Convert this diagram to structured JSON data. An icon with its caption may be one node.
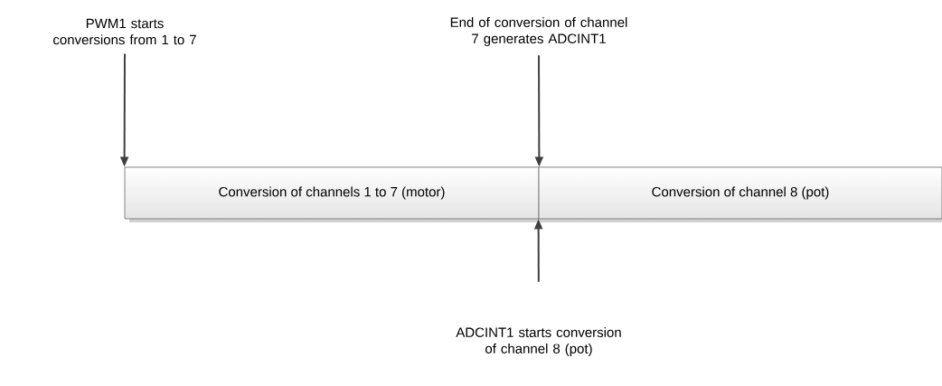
{
  "diagram": {
    "nodes": [
      {
        "text": [
          "PWM1 starts conversions from 1 to 7"
        ]
      },
      {
        "text": [
          "End of conversion of channel 7 generates ADCINT1"
        ]
      },
      {
        "text": [
          "ADCINT1 starts conversion of channel 8 (pot)"
        ]
      },
      {
        "text": [
          "Conversion of channels 1 to 7 (motor)"
        ]
      },
      {
        "text": [
          "Conversion of channel 8 (pot)"
        ]
      }
    ],
    "edges": [
      {
        "from": 0,
        "to": 3,
        "arrow": "to"
      },
      {
        "from": 1,
        "to": 3,
        "arrow": "to"
      },
      {
        "from": 2,
        "to": 4,
        "arrow": "to"
      }
    ]
  }
}
